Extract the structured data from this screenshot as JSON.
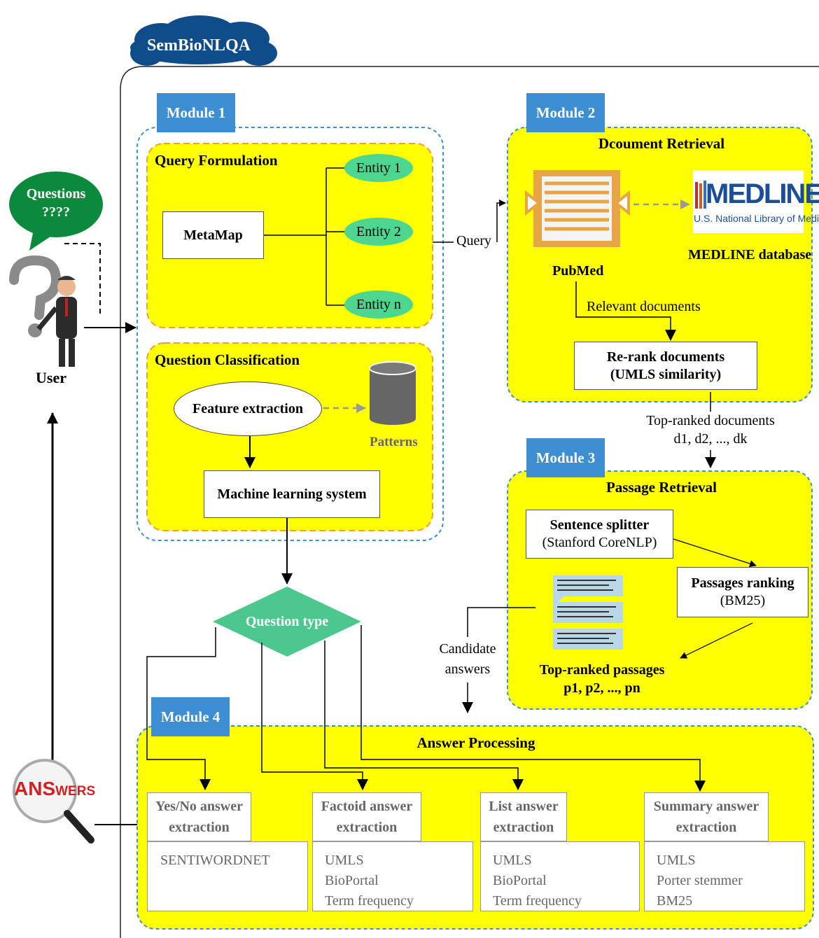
{
  "title": "SemBioNLQA",
  "user": {
    "bubble": [
      "Questions",
      "????"
    ],
    "label": "User"
  },
  "answers_logo": {
    "big": "ANS",
    "small": "WERS"
  },
  "module1": {
    "badge": "Module 1",
    "query_formulation": {
      "title": "Query Formulation",
      "metamap": "MetaMap",
      "entities": [
        "Entity 1",
        "Entity 2",
        "Entity n"
      ]
    },
    "question_classification": {
      "title": "Question Classification",
      "feature_extraction": "Feature extraction",
      "patterns": "Patterns",
      "ml_system": "Machine learning system"
    }
  },
  "query_label": "Query",
  "module2": {
    "badge": "Module 2",
    "title": "Dcoument Retrieval",
    "pubmed": "PubMed",
    "medline_logo": "MEDLINE",
    "medline_sub": "U.S. National Library of Medicine",
    "medline_db": "MEDLINE database",
    "relevant_docs": "Relevant documents",
    "rerank": [
      "Re-rank documents",
      "(UMLS similarity)"
    ]
  },
  "top_ranked_docs": [
    "Top-ranked documents",
    "d1, d2, ...,  dk"
  ],
  "module3": {
    "badge": "Module 3",
    "title": "Passage Retrieval",
    "splitter": [
      "Sentence splitter",
      "(Stanford CoreNLP)"
    ],
    "ranking": [
      "Passages ranking",
      "(BM25)"
    ],
    "top_passages": [
      "Top-ranked passages",
      "p1, p2, ..., pn"
    ]
  },
  "candidate_answers": [
    "Candidate",
    "answers"
  ],
  "question_type": "Question type",
  "module4": {
    "badge": "Module 4",
    "title": "Answer Processing",
    "extractors": [
      {
        "title": [
          "Yes/No answer",
          "extraction"
        ],
        "resources": [
          "SENTIWORDNET"
        ]
      },
      {
        "title": [
          "Factoid answer",
          "extraction"
        ],
        "resources": [
          "UMLS",
          "BioPortal",
          "Term frequency"
        ]
      },
      {
        "title": [
          "List answer",
          "extraction"
        ],
        "resources": [
          "UMLS",
          "BioPortal",
          "Term frequency"
        ]
      },
      {
        "title": [
          "Summary answer",
          "extraction"
        ],
        "resources": [
          "UMLS",
          "Porter stemmer",
          "BM25"
        ]
      }
    ]
  }
}
